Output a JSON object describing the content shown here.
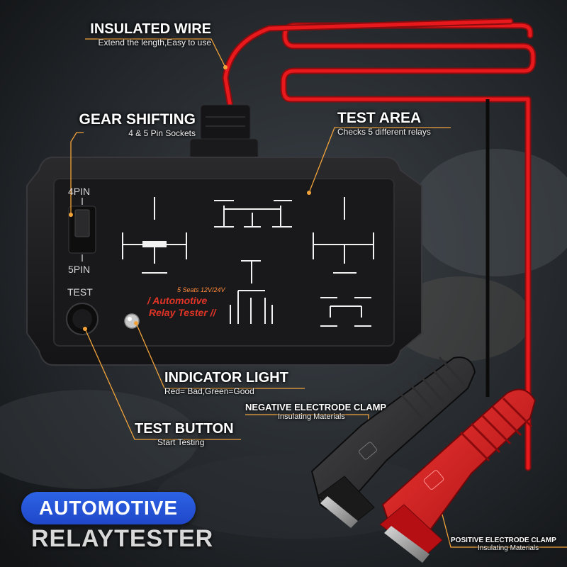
{
  "callouts": {
    "insulated_wire": {
      "title": "INSULATED WIRE",
      "subtitle": "Extend the length,Easy to use"
    },
    "gear_shifting": {
      "title": "GEAR SHIFTING",
      "subtitle": "4 & 5 Pin Sockets"
    },
    "test_area": {
      "title": "TEST AREA",
      "subtitle": "Checks 5 different relays"
    },
    "indicator_light": {
      "title": "INDICATOR LIGHT",
      "subtitle": "Red= Bad,Green=Good"
    },
    "negative_clamp": {
      "title": "NEGATIVE ELECTRODE CLAMP",
      "subtitle": "Insulating Materials"
    },
    "test_button": {
      "title": "TEST BUTTON",
      "subtitle": "Start Testing"
    },
    "positive_clamp": {
      "title": "POSITIVE ELECTRODE CLAMP",
      "subtitle": "Insulating Materials"
    }
  },
  "device": {
    "switch_top": "4PIN",
    "switch_bottom": "5PIN",
    "test_label": "TEST",
    "seats_text": "5 Seats  12V/24V",
    "brand_line1": "/ Automotive",
    "brand_line2": "Relay Tester //"
  },
  "branding": {
    "pill_label": "AUTOMOTIVE",
    "product_name": "RELAYTESTER"
  },
  "colors": {
    "accent_line": "#f2a33a",
    "wire_red": "#e8191c",
    "clamp_red": "#d4151b",
    "pill_blue": "#2456dd",
    "device_body": "#1c1c1e"
  }
}
